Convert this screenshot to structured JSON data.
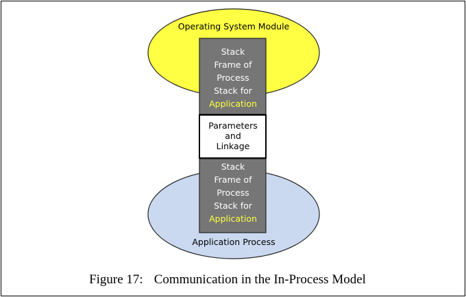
{
  "diagram": {
    "os_module": {
      "label": "Operating System Module",
      "color": "#ffff44"
    },
    "app_process": {
      "label": "Application Process",
      "color": "#cad9f0"
    },
    "upper_stack": {
      "lines": [
        "Stack",
        "Frame of",
        "Process",
        "Stack for"
      ],
      "highlight": "Application"
    },
    "linkage": {
      "lines": [
        "Parameters",
        "and",
        "Linkage"
      ]
    },
    "lower_stack": {
      "lines": [
        "Stack",
        "Frame of",
        "Process",
        "Stack for"
      ],
      "highlight": "Application"
    },
    "stack_color": "#767676",
    "highlight_color": "#ffff44"
  },
  "caption": {
    "number": "Figure 17:",
    "text": "Communication in the In-Process Model"
  }
}
